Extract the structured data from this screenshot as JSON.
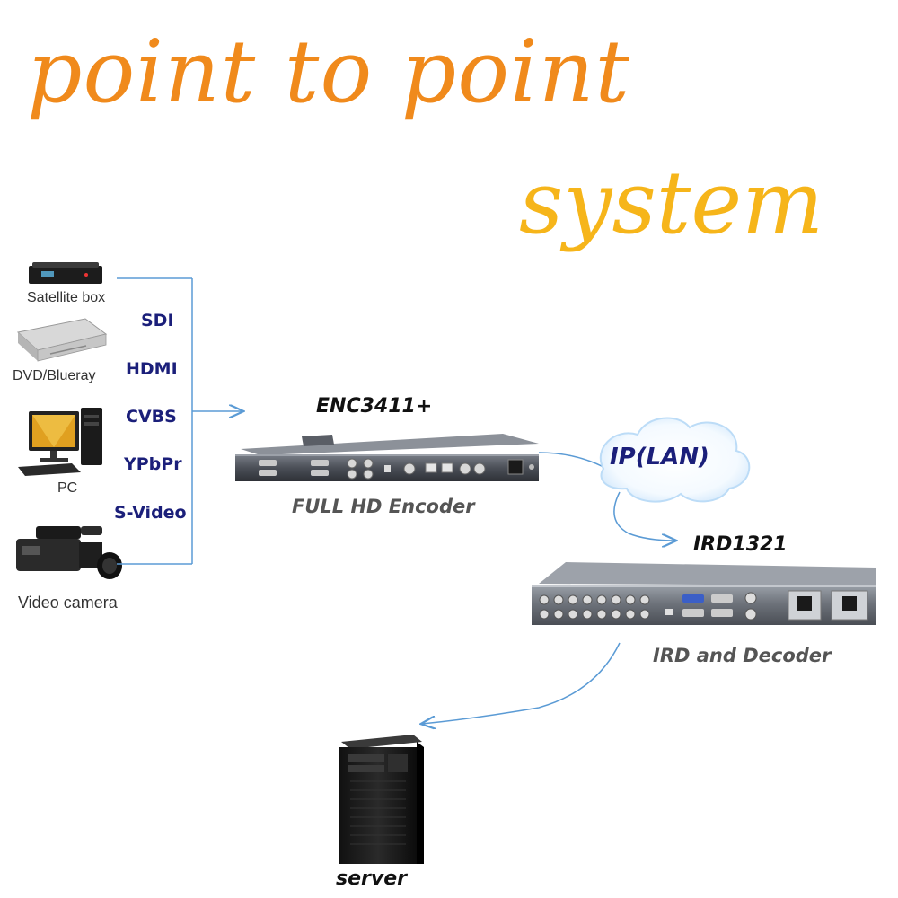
{
  "title": {
    "line1": "point to point",
    "line2": "system"
  },
  "sources": {
    "satellite": "Satellite box",
    "dvd": "DVD/Blueray",
    "pc": "PC",
    "camera": "Video camera"
  },
  "signals": [
    "SDI",
    "HDMI",
    "CVBS",
    "YPbPr",
    "S-Video"
  ],
  "encoder": {
    "model": "ENC3411+",
    "caption": "FULL HD Encoder"
  },
  "network": {
    "label": "IP(LAN)"
  },
  "decoder": {
    "model": "IRD1321",
    "caption": "IRD and Decoder"
  },
  "server": {
    "label": "server"
  },
  "colors": {
    "title1": "#f08a1c",
    "title2": "#f6b51a",
    "signals": "#1b1f7a",
    "lines": "#5b9bd5"
  }
}
